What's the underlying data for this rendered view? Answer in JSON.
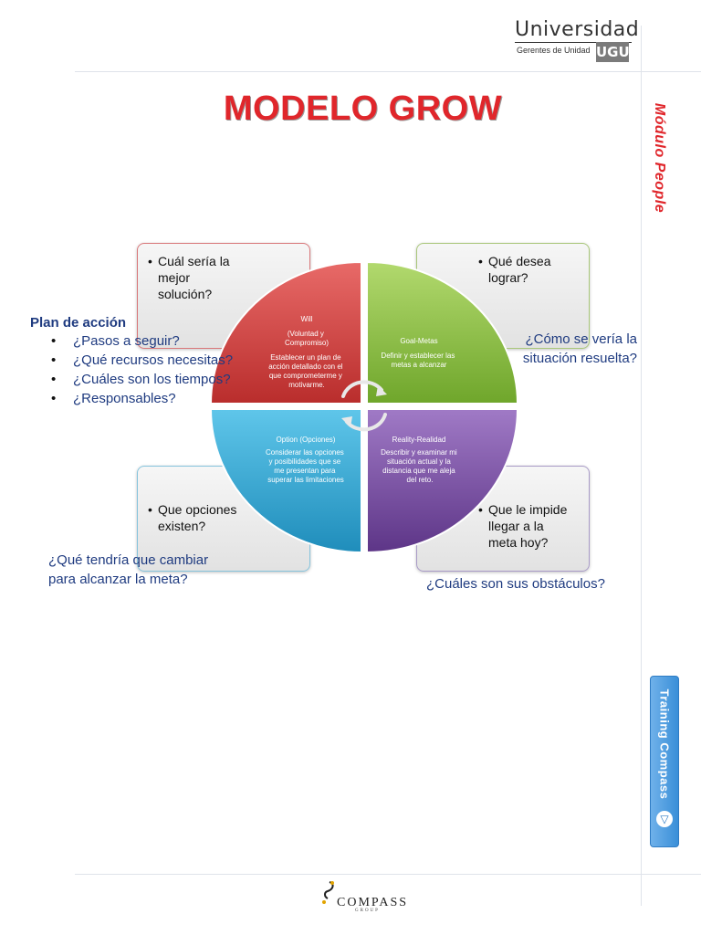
{
  "header": {
    "logo_title": "Universidad",
    "logo_subtitle": "Gerentes de Unidad",
    "logo_badge": "UGU"
  },
  "title": "MODELO GROW",
  "side_title": "Módulo People",
  "training_tab": "Training Compass",
  "quadrants": {
    "will": {
      "title": "Will",
      "subtitle": "(Voluntad y Compromiso)",
      "body": "Establecer un plan de acción detallado con el que comprometerme y motivarme.",
      "color": "#d8403f"
    },
    "goal": {
      "title": "Goal-Metas",
      "body": "Definir y establecer las metas a alcanzar",
      "color": "#8cc63e"
    },
    "option": {
      "title": "Option (Opciones)",
      "body": "Considerar las opciones y posibilidades que se me presentan para superar las limitaciones",
      "color": "#2fa9d8"
    },
    "reality": {
      "title": "Reality-Realidad",
      "body": "Describir y examinar mi situación actual y la distancia que me aleja del reto.",
      "color": "#7d4ea6"
    }
  },
  "callouts": {
    "top_left": "Cuál sería la mejor solución?",
    "top_right": "Qué desea lograr?",
    "bottom_left": "Que opciones existen?",
    "bottom_right": "Que le impide llegar a la meta hoy?"
  },
  "plan": {
    "title": "Plan de acción",
    "items": [
      "¿Pasos a seguir?",
      "¿Qué recursos necesitas?",
      "¿Cuáles son los tiempos?",
      "¿Responsables?"
    ]
  },
  "questions": {
    "goal_line1": "¿Cómo se vería la",
    "goal_line2": "situación resuelta?",
    "options_line1": "¿Qué tendría que cambiar",
    "options_line2": "para alcanzar la meta?",
    "obstacles": "¿Cuáles son sus obstáculos?"
  },
  "footer": {
    "logo_text": "COMPASS",
    "logo_sub": "GROUP"
  }
}
